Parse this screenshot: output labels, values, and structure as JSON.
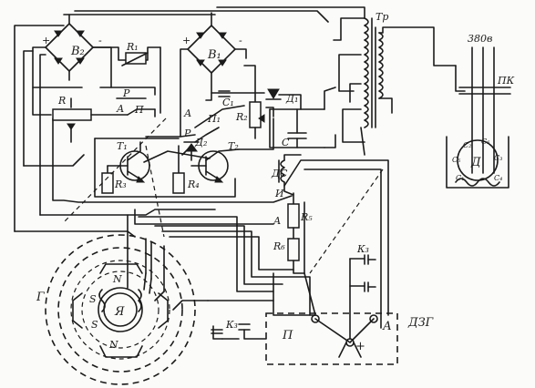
{
  "labels": {
    "transformer": "Тр",
    "voltage": "380в",
    "contactor": "ПК",
    "motor": "Д",
    "c2": "C₂",
    "c6": "C₆",
    "c5": "C₅",
    "c3": "C₃",
    "c1": "C₁",
    "c4": "C₄",
    "bridge2": "B₂",
    "bridge1": "B₁",
    "r1": "R₁",
    "r2": "R₂",
    "r3": "R₃",
    "r4": "R₄",
    "r5": "R₅",
    "r6": "R₆",
    "r": "R",
    "p": "P",
    "p_top": "П",
    "a_top": "А",
    "a_mid": "А",
    "p1": "П₁",
    "p1_low": "Р",
    "d1": "Д₁",
    "d2": "Д₂",
    "c": "C",
    "c1_cap": "C₁",
    "t1": "T₁",
    "t2": "T₂",
    "dc": "ДС",
    "u": "И",
    "a_r5": "А",
    "k3_top": "К₃",
    "k3_low": "К₃",
    "dzg": "ДЗГ",
    "box_p": "П",
    "box_a": "А",
    "plus_low": "+",
    "g_letter": "Г",
    "ya": "Я",
    "s1": "S",
    "s2": "S",
    "n1": "N",
    "n2": "N",
    "plus_b2": "+",
    "minus_b2": "-",
    "plus_b1": "+",
    "minus_b1": "-"
  }
}
